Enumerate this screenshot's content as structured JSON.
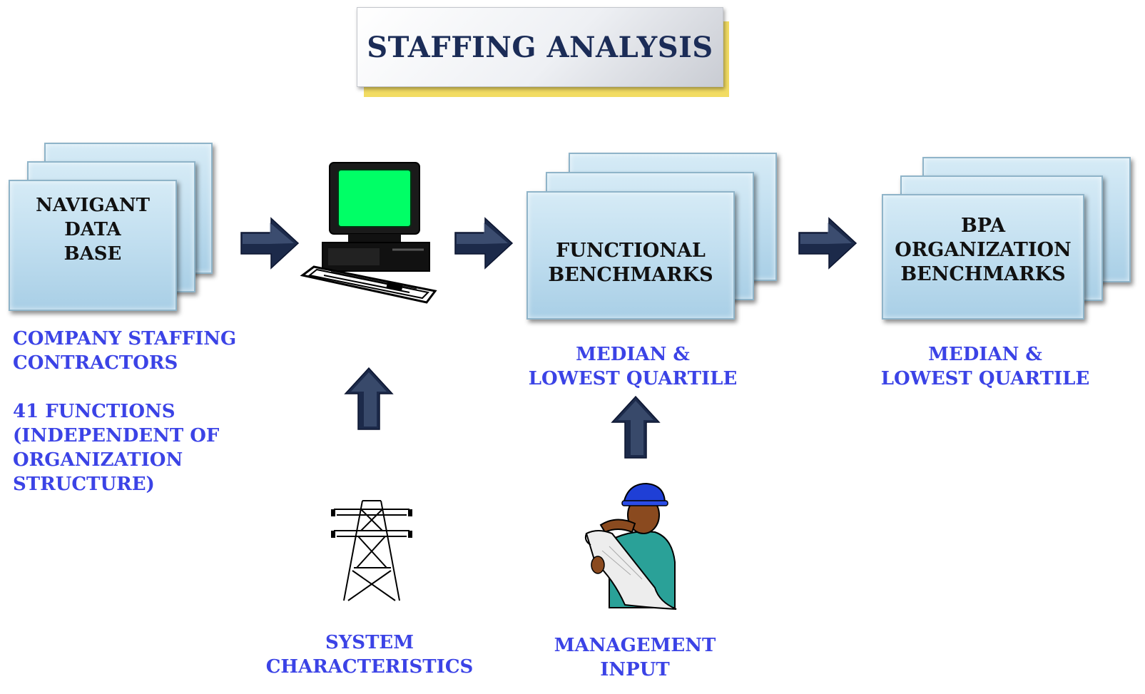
{
  "title": "STAFFING ANALYSIS",
  "colors": {
    "title_text": "#1b2c57",
    "title_shadow": "#f2dc63",
    "box_fill": "#c2dff0",
    "label_text": "#3b43e6",
    "arrow": "#1c2a4a",
    "monitor_screen": "#00ff66"
  },
  "boxes": {
    "database": {
      "lines": [
        "NAVIGANT",
        "DATA",
        "BASE"
      ]
    },
    "functional": {
      "lines": [
        "FUNCTIONAL",
        "BENCHMARKS"
      ]
    },
    "bpa": {
      "lines": [
        "BPA",
        "ORGANIZATION",
        "BENCHMARKS"
      ]
    }
  },
  "labels": {
    "database_notes": {
      "line1": "COMPANY STAFFING",
      "line2": "CONTRACTORS",
      "line3": "41 FUNCTIONS",
      "line4": "(INDEPENDENT OF",
      "line5": "ORGANIZATION",
      "line6": "STRUCTURE)"
    },
    "functional_notes": {
      "line1": "MEDIAN &",
      "line2": "LOWEST QUARTILE"
    },
    "bpa_notes": {
      "line1": "MEDIAN &",
      "line2": "LOWEST QUARTILE"
    },
    "system": {
      "line1": "SYSTEM",
      "line2": "CHARACTERISTICS"
    },
    "management": {
      "line1": "MANAGEMENT",
      "line2": "INPUT"
    }
  },
  "icons": [
    "computer-icon",
    "transmission-tower-icon",
    "engineer-with-blueprint-icon",
    "right-arrow-icon",
    "up-arrow-icon"
  ]
}
